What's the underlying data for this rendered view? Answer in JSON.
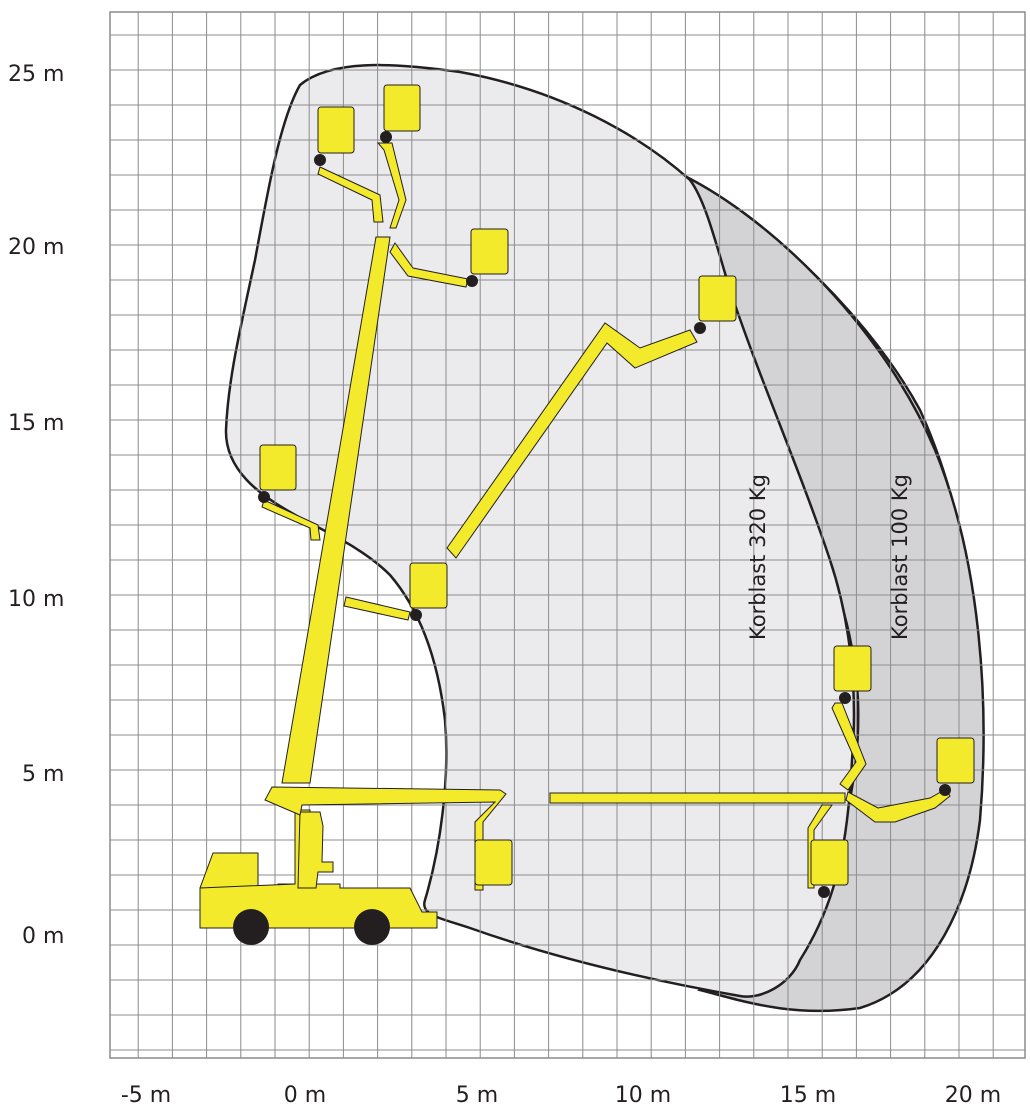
{
  "diagram": {
    "x_axis": {
      "tick_labels": [
        "-5 m",
        "0 m",
        "5 m",
        "10 m",
        "15 m",
        "20 m"
      ],
      "tick_values": [
        -5,
        0,
        5,
        10,
        15,
        20
      ]
    },
    "y_axis": {
      "tick_labels": [
        "0 m",
        "5 m",
        "10 m",
        "15 m",
        "20 m",
        "25 m"
      ],
      "tick_values": [
        0,
        5,
        10,
        15,
        20,
        25
      ]
    },
    "grid": true,
    "grid_step_m": 1,
    "zones": [
      {
        "label": "Korblast 320 Kg",
        "fill": "#ebebed"
      },
      {
        "label": "Korblast 100 Kg",
        "fill": "#d3d3d6"
      }
    ],
    "colors": {
      "machine": "#f3ea2c",
      "machine_outline": "#231f20",
      "grid": "#8c8c8c",
      "envelope_line": "#231f20",
      "wheel": "#231f20"
    }
  }
}
